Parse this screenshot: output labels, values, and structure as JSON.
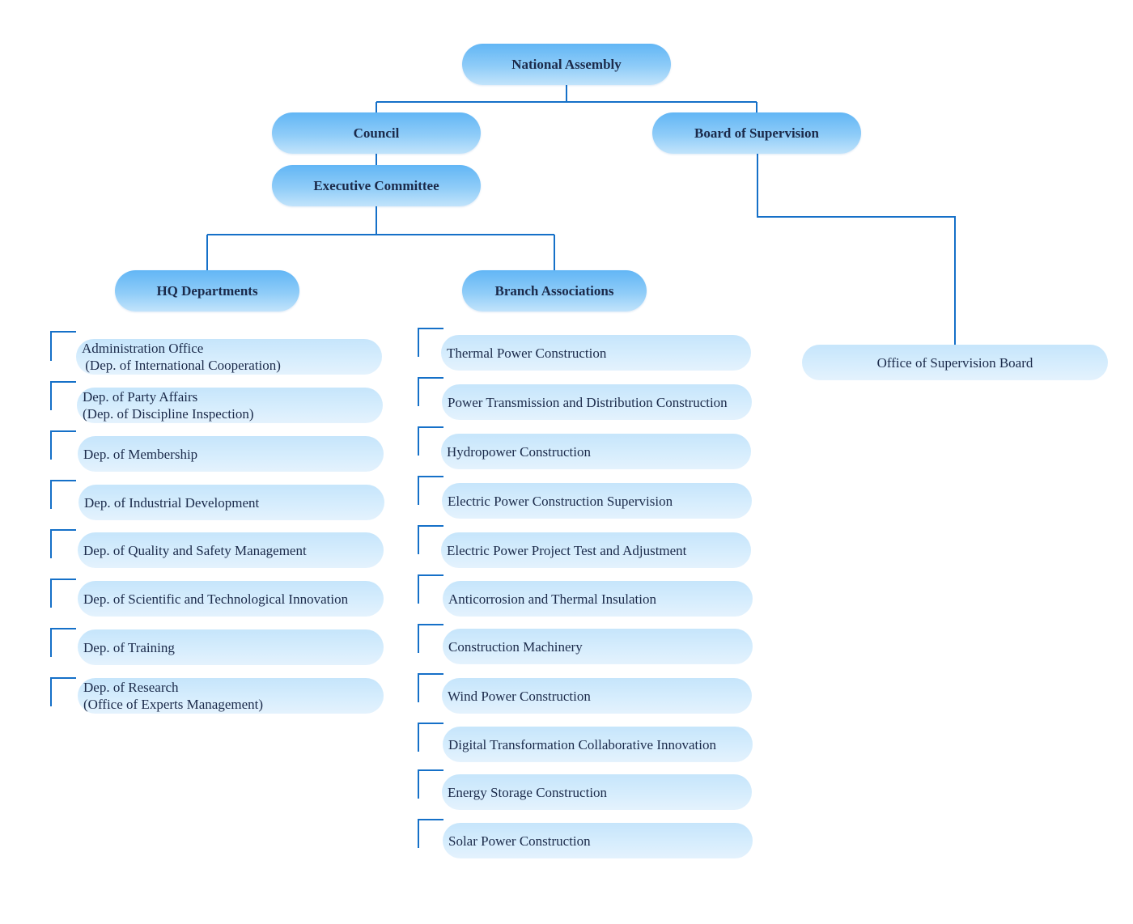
{
  "nodes": {
    "national_assembly": "National Assembly",
    "council": "Council",
    "board_of_supervision": "Board of Supervision",
    "executive_committee": "Executive Committee",
    "hq_departments": "HQ Departments",
    "branch_associations": "Branch Associations",
    "office_of_supervision_board": "Office of Supervision Board"
  },
  "hq_departments": [
    "Administration Office\n (Dep. of International Cooperation)",
    "Dep. of Party Affairs\n(Dep. of Discipline Inspection)",
    "Dep. of Membership",
    "Dep. of Industrial Development",
    "Dep. of Quality and Safety Management",
    "Dep. of Scientific and Technological Innovation",
    "Dep. of Training",
    "Dep. of Research\n(Office of Experts Management)"
  ],
  "branch_associations": [
    "Thermal Power Construction",
    "Power Transmission and Distribution Construction",
    "Hydropower Construction",
    "Electric Power Construction Supervision",
    "Electric Power Project Test and Adjustment",
    "Anticorrosion and Thermal Insulation",
    "Construction Machinery",
    "Wind Power Construction",
    "Digital Transformation Collaborative Innovation",
    "Energy Storage Construction",
    "Solar Power Construction"
  ],
  "colors": {
    "connector": "#1570c8",
    "head_fill": "#7cc1f7",
    "leaf_fill": "#d3ebfc",
    "text": "#1b2a4a"
  }
}
